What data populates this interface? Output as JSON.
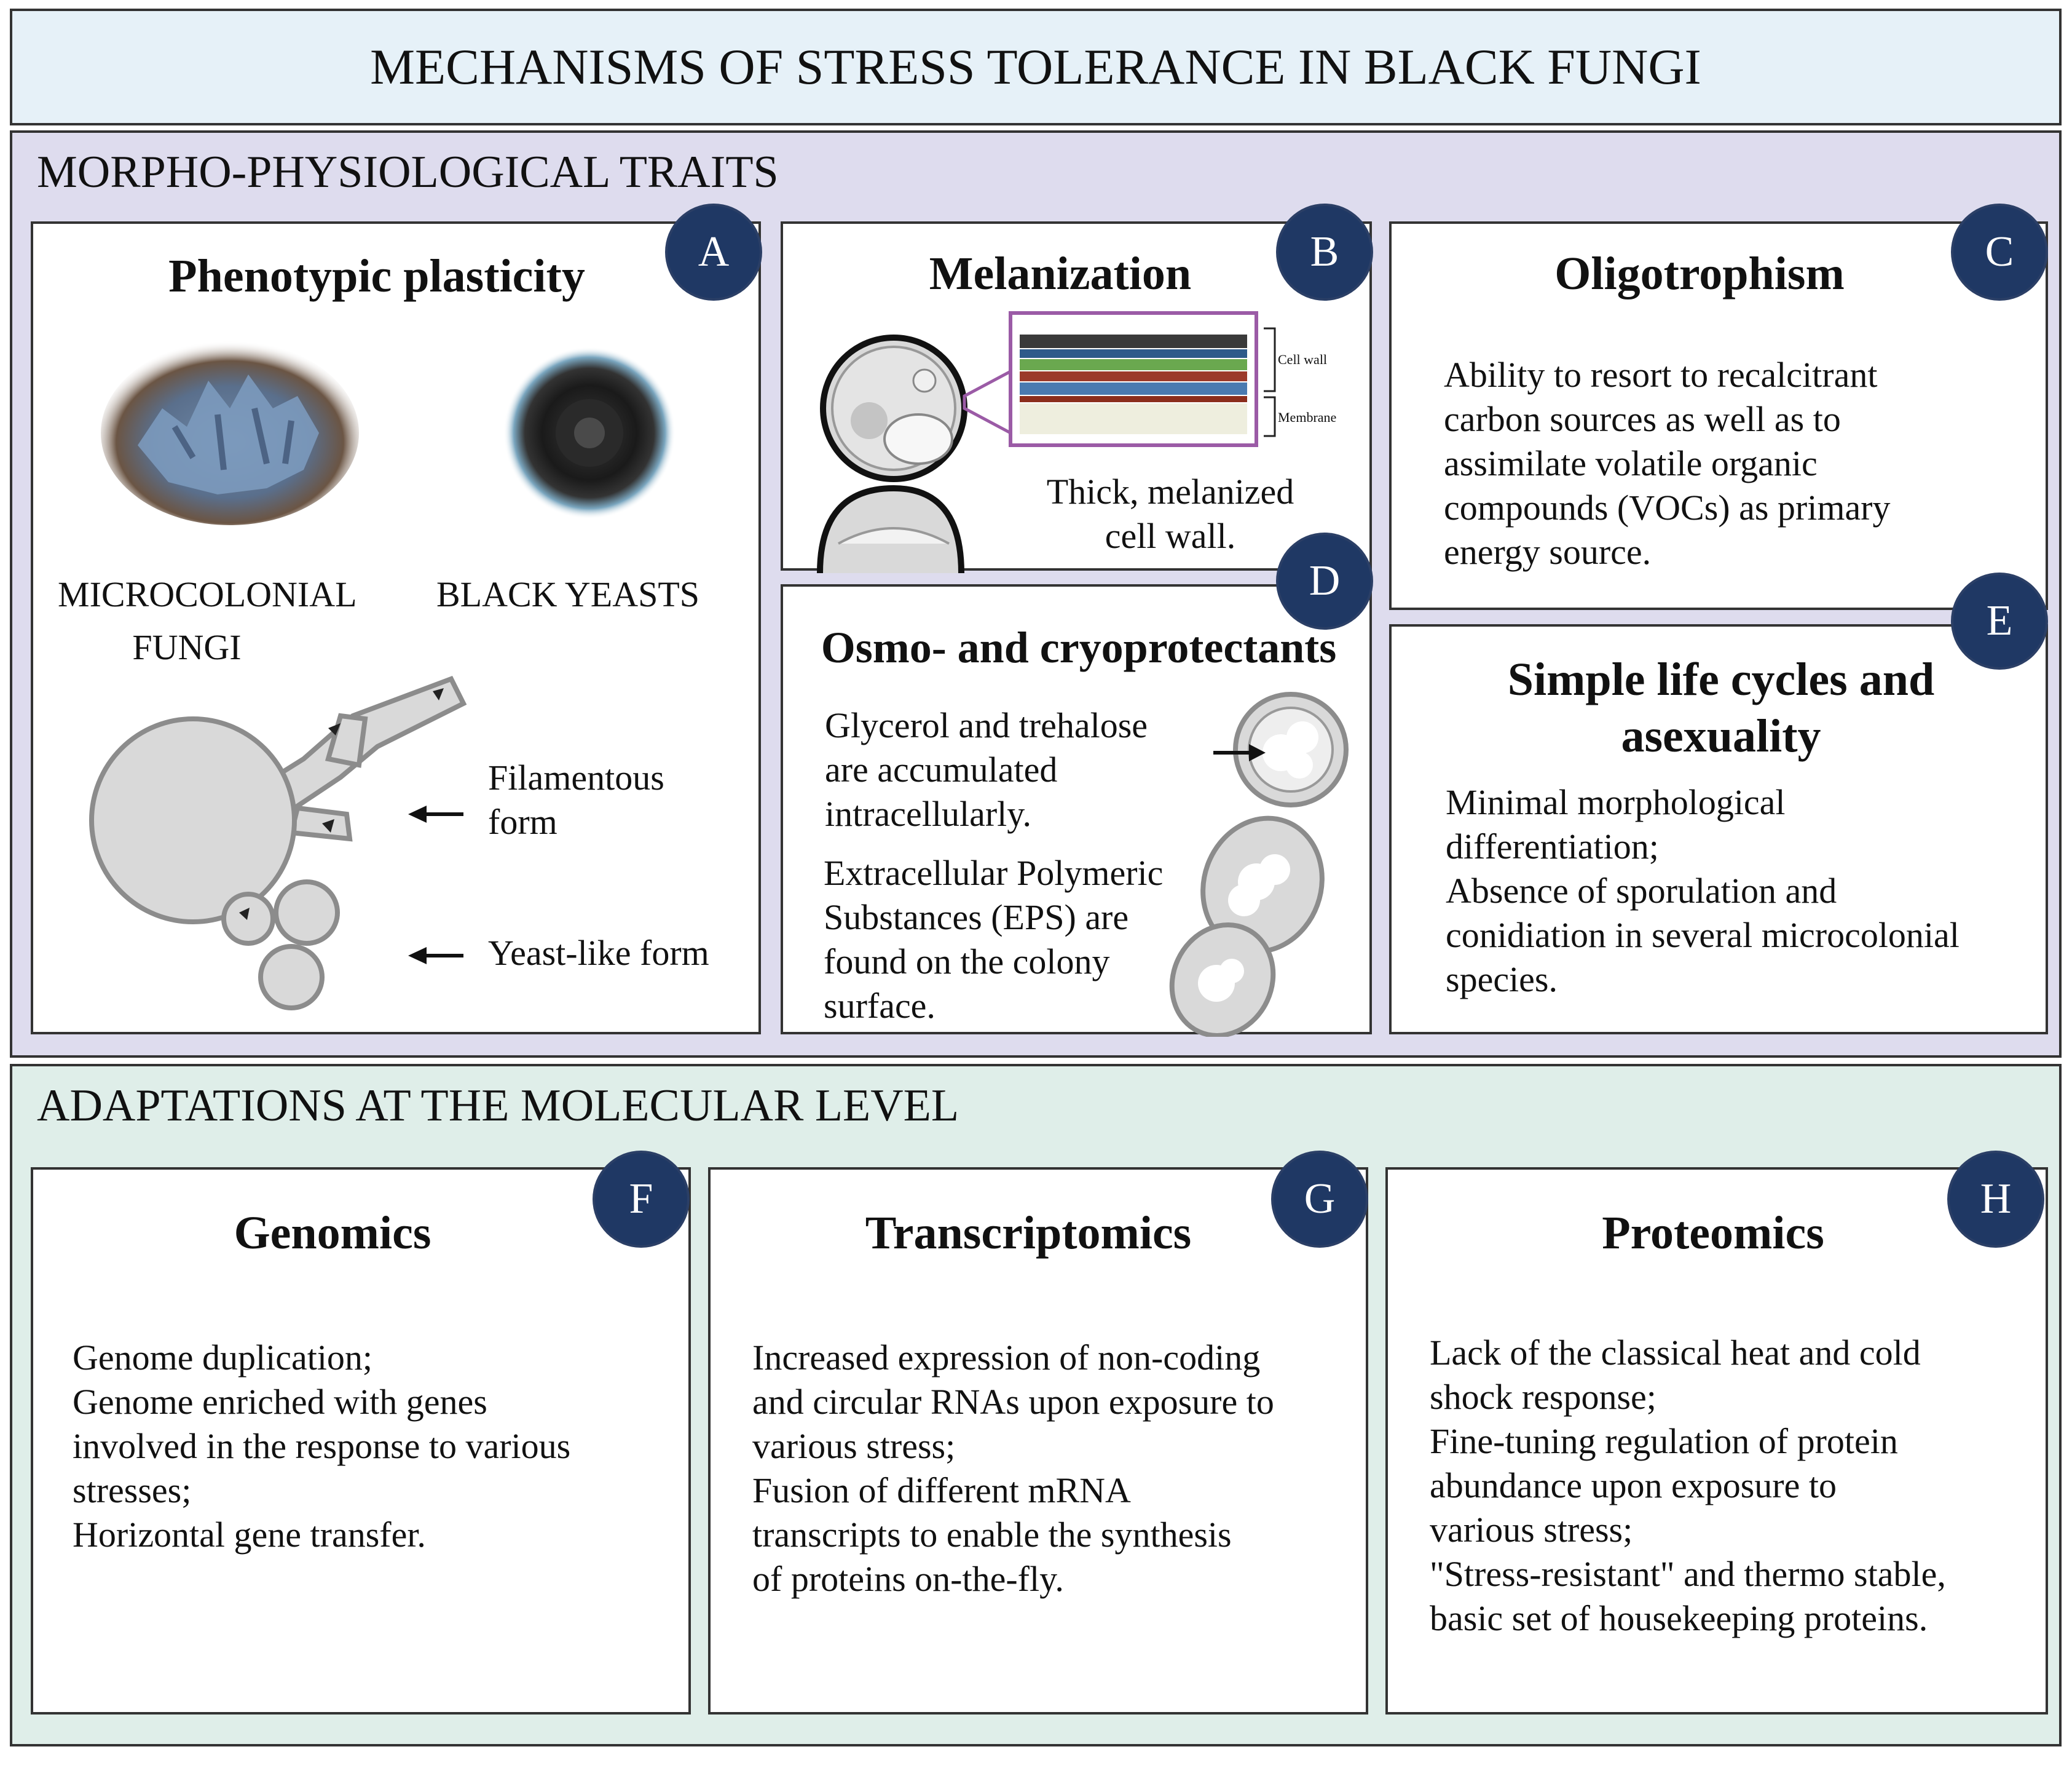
{
  "title": "MECHANISMS OF STRESS TOLERANCE IN BLACK FUNGI",
  "morpho": {
    "label": "MORPHO-PHYSIOLOGICAL TRAITS",
    "A": {
      "badge": "A",
      "title": "Phenotypic plasticity",
      "microcolonial": "MICROCOLONIAL\nFUNGI",
      "black_yeasts": "BLACK YEASTS",
      "filamentous": "Filamentous\nform",
      "yeast_like": "Yeast-like form"
    },
    "B": {
      "badge": "B",
      "title": "Melanization",
      "cell_wall_label": "Cell wall",
      "membrane_label": "Membrane",
      "caption": "Thick, melanized\ncell wall."
    },
    "C": {
      "badge": "C",
      "title": "Oligotrophism",
      "text": "Ability to resort to recalcitrant\ncarbon sources as well as to\nassimilate volatile organic\ncompounds (VOCs) as primary\nenergy source."
    },
    "D": {
      "badge": "D",
      "title": "Osmo- and cryoprotectants",
      "text1": "Glycerol and trehalose\nare accumulated\nintracellularly.",
      "text2": "Extracellular Polymeric\nSubstances (EPS) are\nfound on the colony\nsurface."
    },
    "E": {
      "badge": "E",
      "title": "Simple life cycles and\nasexuality",
      "text": "Minimal morphological\ndifferentiation;\nAbsence of sporulation and\nconidiation in several microcolonial\nspecies."
    }
  },
  "molecular": {
    "label": "ADAPTATIONS AT THE MOLECULAR LEVEL",
    "F": {
      "badge": "F",
      "title": "Genomics",
      "text": "Genome duplication;\nGenome enriched with genes\ninvolved in the response to various\nstresses;\nHorizontal gene transfer."
    },
    "G": {
      "badge": "G",
      "title": "Transcriptomics",
      "text": "Increased expression of non-coding\nand circular RNAs upon exposure to\nvarious stress;\nFusion of different mRNA\ntranscripts to enable the synthesis\nof proteins on-the-fly."
    },
    "H": {
      "badge": "H",
      "title": "Proteomics",
      "text": "Lack of the classical heat and cold\nshock response;\nFine-tuning regulation of protein\nabundance upon exposure to\nvarious stress;\n\"Stress-resistant\" and thermo stable,\nbasic set of housekeeping proteins."
    }
  },
  "colors": {
    "title_bg": "#e6f1f8",
    "morpho_bg": "#dedcee",
    "molecular_bg": "#dfeee9",
    "badge": "#1f3864",
    "cell_grey": "#d9d9d9"
  }
}
